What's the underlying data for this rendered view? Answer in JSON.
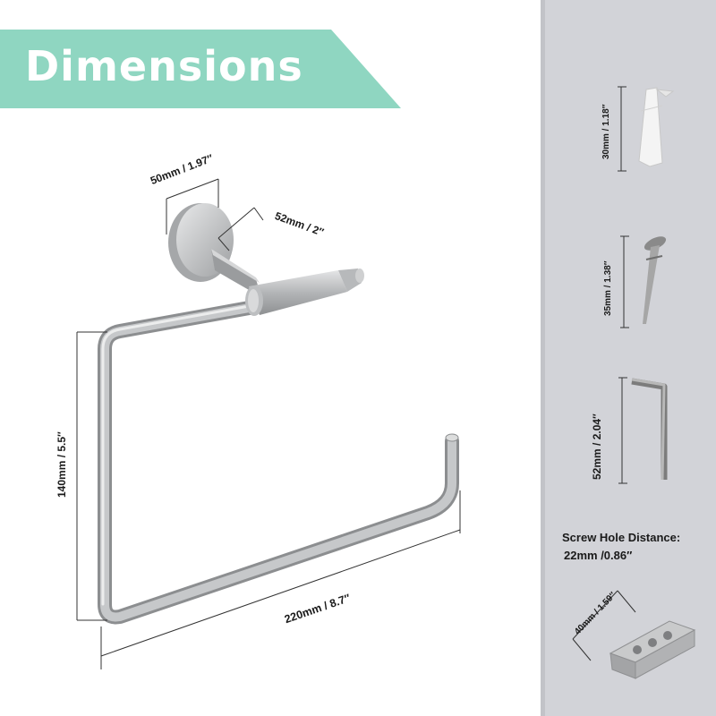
{
  "banner": {
    "title": "Dimensions",
    "color": "#8fd6c1"
  },
  "main_dimensions": {
    "base_diameter": "50mm / 1.97″",
    "projection": "52mm / 2″",
    "height": "140mm / 5.5″",
    "width": "220mm / 8.7″"
  },
  "accessories": {
    "anchor_length": "30mm / 1.18″",
    "screw_length": "35mm / 1.38″",
    "hex_key_length": "52mm / 2.04″",
    "screw_hole_title": "Screw Hole Distance:",
    "screw_hole_value": "22mm /0.86″",
    "bracket_width": "40mm / 1.59″"
  },
  "colors": {
    "sidebar": "#d2d3d8",
    "metal": "#b9bbbd",
    "dimension_line": "#333333"
  }
}
